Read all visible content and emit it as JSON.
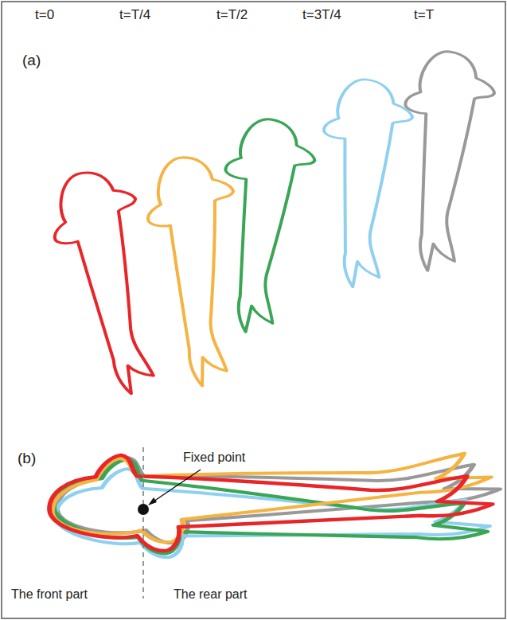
{
  "diagram": {
    "labels": [
      "t=0",
      "t=T/4",
      "t=T/2",
      "t=3T/4",
      "t=T",
      "(a)",
      "(b)",
      "Fixed point",
      "The front part",
      "The rear part"
    ]
  }
}
